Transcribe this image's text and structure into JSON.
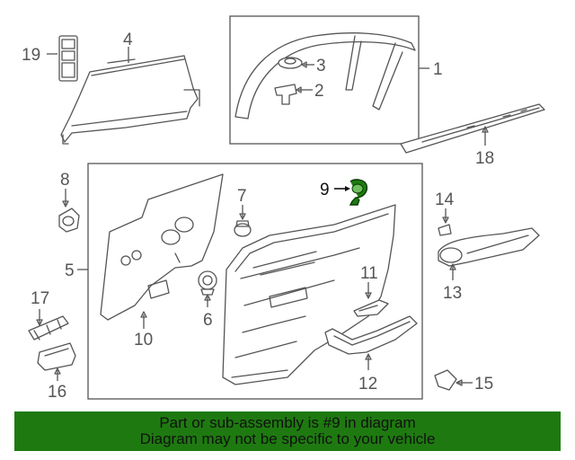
{
  "callouts": {
    "p1": "1",
    "p2": "2",
    "p3": "3",
    "p4": "4",
    "p5": "5",
    "p6": "6",
    "p7": "7",
    "p8": "8",
    "p9": "9",
    "p10": "10",
    "p11": "11",
    "p12": "12",
    "p13": "13",
    "p14": "14",
    "p15": "15",
    "p16": "16",
    "p17": "17",
    "p18": "18",
    "p19": "19"
  },
  "highlight": {
    "part": "9",
    "color": "#1e7a10"
  },
  "banner": {
    "line1": "Part or sub-assembly is #9 in diagram",
    "line2": "Diagram may not be specific to your vehicle",
    "background": "#1e7a10"
  }
}
